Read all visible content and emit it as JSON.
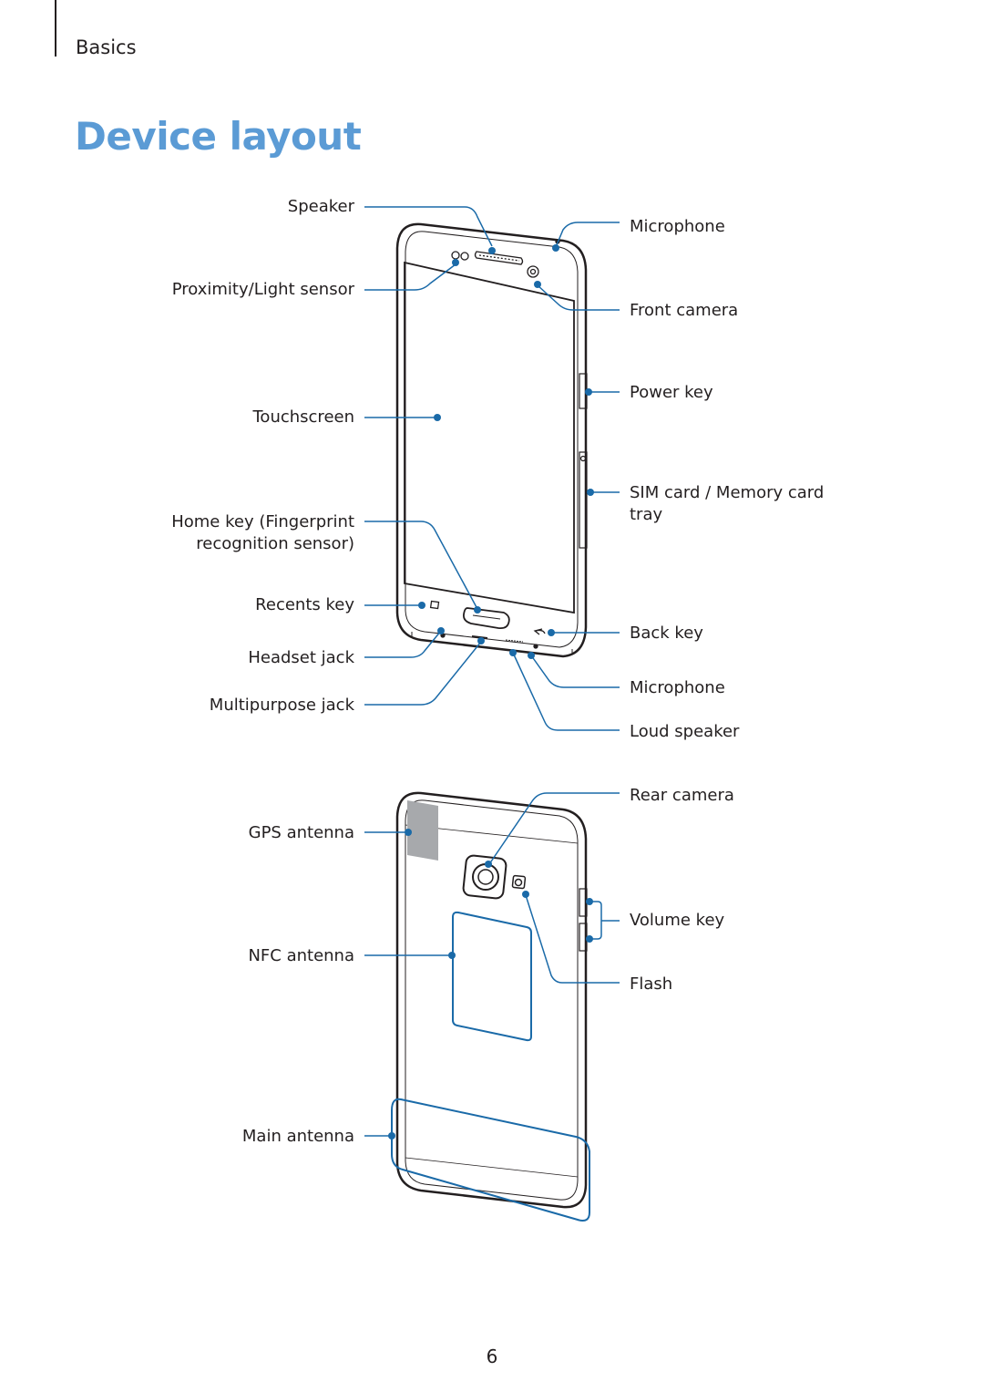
{
  "header": {
    "section": "Basics"
  },
  "title": "Device layout",
  "front_labels": {
    "speaker": "Speaker",
    "proximity": "Proximity/Light sensor",
    "touchscreen": "Touchscreen",
    "home_key_line1": "Home key (Fingerprint",
    "home_key_line2": "recognition sensor)",
    "recents_key": "Recents key",
    "headset_jack": "Headset jack",
    "multipurpose_jack": "Multipurpose jack",
    "microphone_top": "Microphone",
    "front_camera": "Front camera",
    "power_key": "Power key",
    "sim_tray_line1": "SIM card / Memory card",
    "sim_tray_line2": "tray",
    "back_key": "Back key",
    "microphone_bottom": "Microphone",
    "loud_speaker": "Loud speaker"
  },
  "back_labels": {
    "gps_antenna": "GPS antenna",
    "nfc_antenna": "NFC antenna",
    "main_antenna": "Main antenna",
    "rear_camera": "Rear camera",
    "volume_key": "Volume key",
    "flash": "Flash"
  },
  "colors": {
    "title": "#5b9bd5",
    "callout": "#1a6aa8",
    "antenna_gray": "#a7a9ac"
  },
  "page_number": "6"
}
